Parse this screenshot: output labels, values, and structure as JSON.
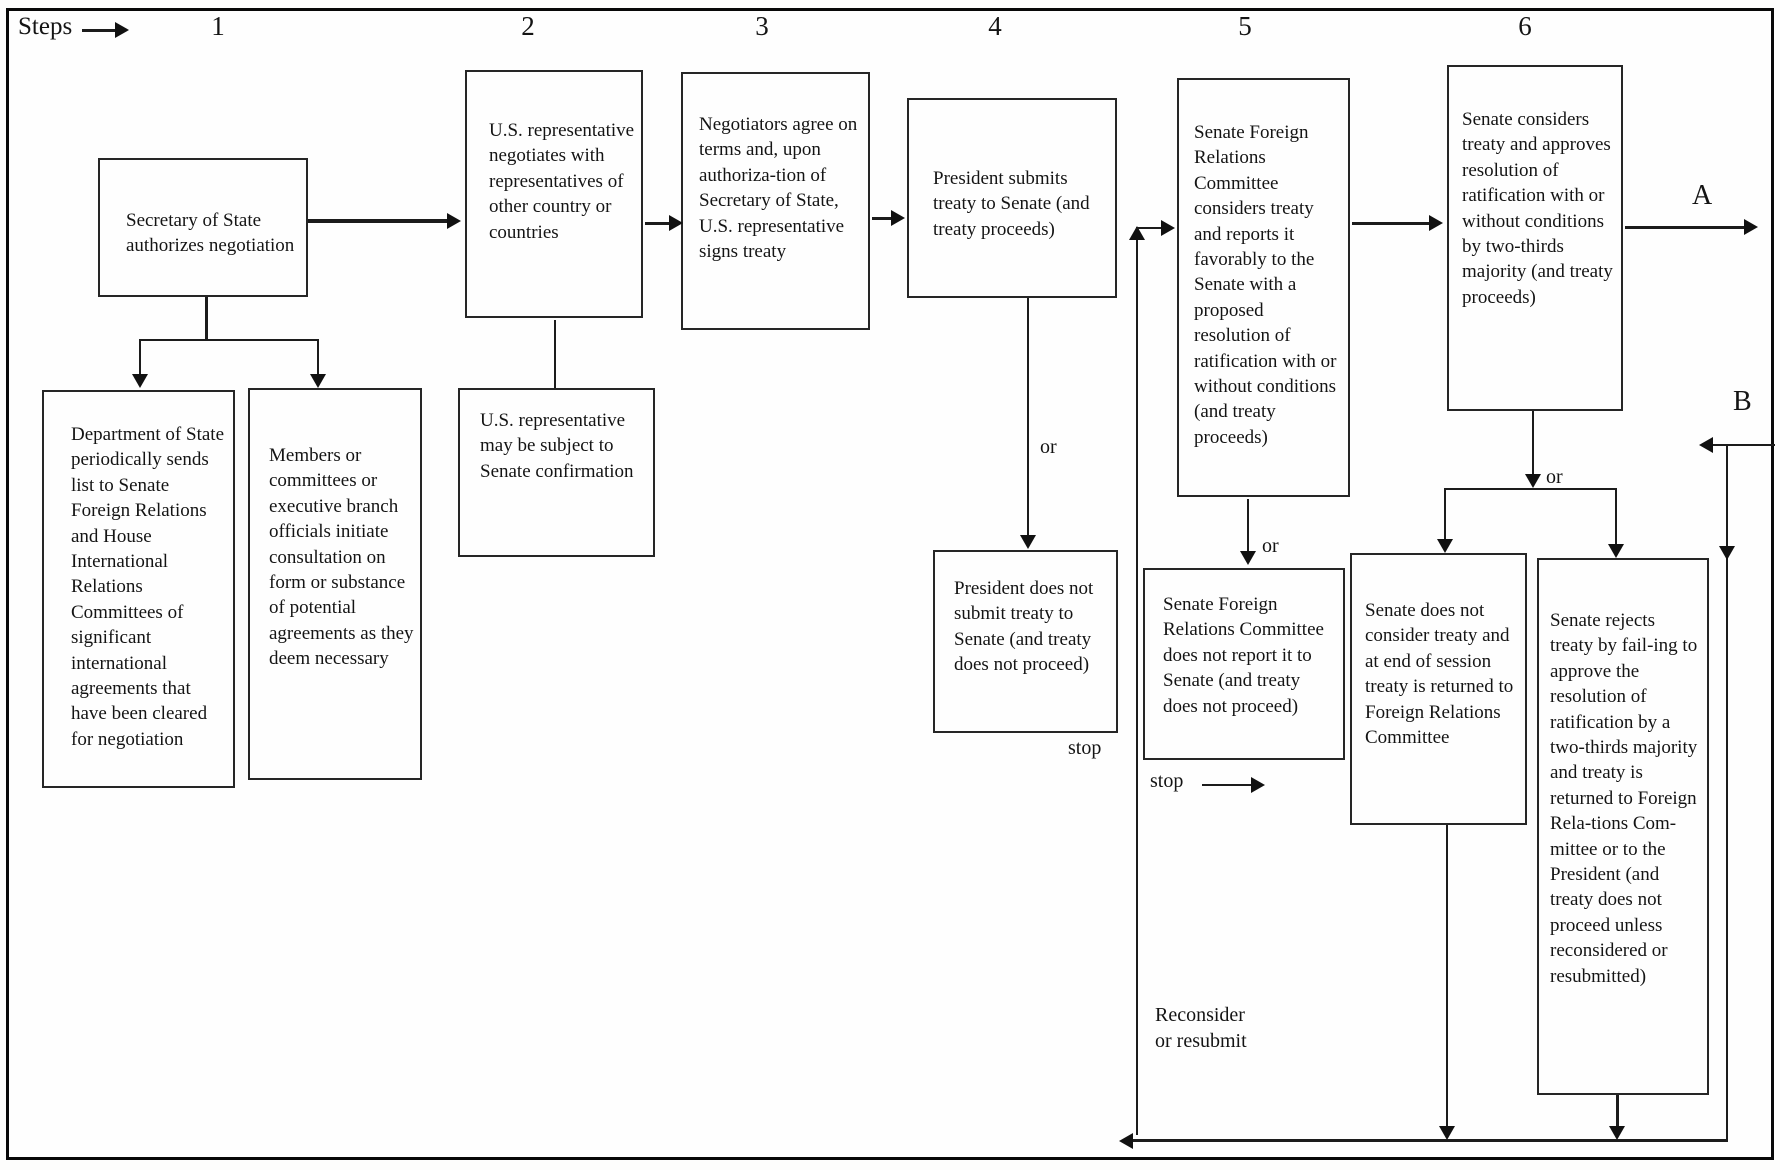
{
  "header": {
    "steps_label": "Steps",
    "step_numbers": [
      "1",
      "2",
      "3",
      "4",
      "5",
      "6"
    ]
  },
  "nodes": {
    "secretary": {
      "text": "Secretary of State authorizes negotiation"
    },
    "dept_state": {
      "text": "Department of State periodically sends list to Senate Foreign Relations and House International Relations Committees of significant international agreements that have been cleared for negotiation"
    },
    "members": {
      "text": "Members or committees or executive branch officials initiate consultation on form or substance of potential agreements as they deem necessary"
    },
    "us_rep_negotiates": {
      "text": "U.S. representative negotiates with representatives of other country or countries"
    },
    "us_rep_confirmation": {
      "text": "U.S. representative may be subject to Senate confirmation"
    },
    "negotiators_agree": {
      "text": "Negotiators agree on terms and, upon authoriza-tion of Secretary of State, U.S. representative signs treaty"
    },
    "president_submits": {
      "text": "President submits treaty to Senate (and treaty proceeds)"
    },
    "president_not_submit": {
      "text": "President does not submit treaty to Senate (and treaty does not proceed)"
    },
    "sfrc_considers": {
      "text": "Senate Foreign Relations Committee considers treaty and reports it favorably to the Senate with a proposed resolution of ratification with or without conditions (and treaty proceeds)"
    },
    "sfrc_not_report": {
      "text": "Senate Foreign Relations Committee does not report it to Senate (and treaty does not proceed)"
    },
    "senate_approves": {
      "text": "Senate considers treaty and approves resolution of ratification with or without conditions by two-thirds majority (and treaty proceeds)"
    },
    "senate_not_consider": {
      "text": "Senate does not consider treaty and at end of session treaty is returned to Foreign Relations Committee"
    },
    "senate_rejects": {
      "text": "Senate rejects treaty by fail-ing to approve the resolution of ratification by a two-thirds majority and treaty is returned to Foreign Rela-tions Com-mittee or to the President (and treaty does not proceed unless reconsidered or resubmitted)"
    }
  },
  "labels": {
    "or": "or",
    "stop": "stop",
    "exit_a": "A",
    "exit_b": "B",
    "reconsider": "Reconsider\nor resubmit"
  }
}
